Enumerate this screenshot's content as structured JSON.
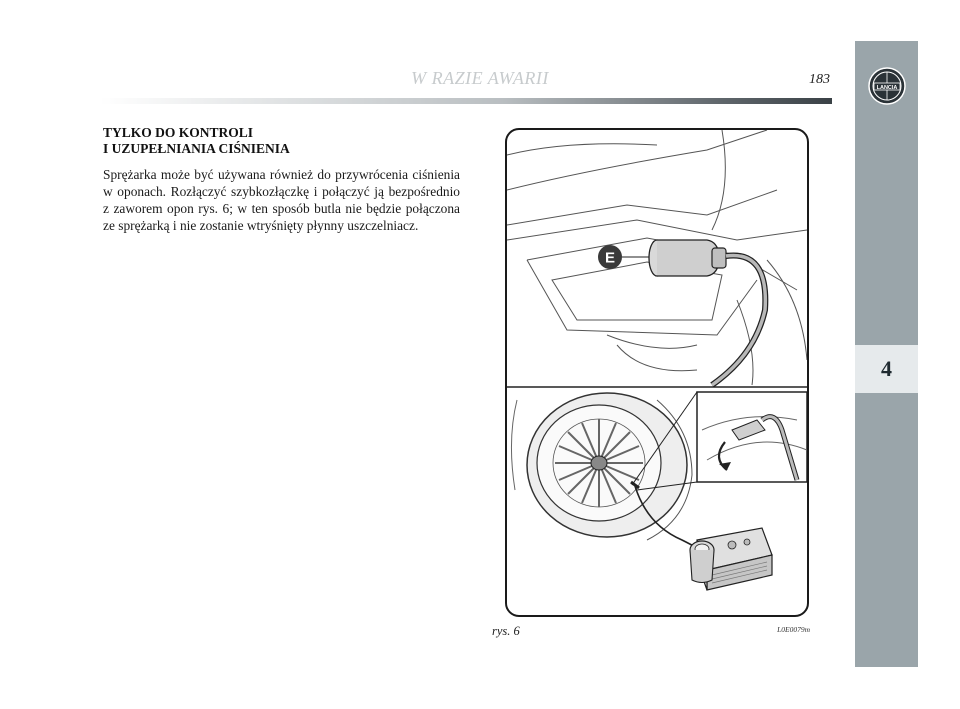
{
  "header": {
    "section_title": "W RAZIE AWARII",
    "page_number": "183"
  },
  "sidebar": {
    "logo_text": "LANCIA",
    "chapter_tab": "4"
  },
  "content": {
    "heading_line1": "TYLKO DO KONTROLI",
    "heading_line2": "I UZUPEŁNIANIA CIŚNIENIA",
    "paragraph": "Sprężarka może być używana również do przywrócenia ciśnienia w oponach. Rozłączyć szybkozłączkę i połączyć ją bezpośrednio z zaworem opon rys. 6; w ten sposób butla nie będzie połączona ze sprężarką i nie zostanie wtryśnięty płynny uszczelniacz."
  },
  "figure": {
    "callout_label": "E",
    "caption": "rys. 6",
    "code": "L0E0079m"
  }
}
